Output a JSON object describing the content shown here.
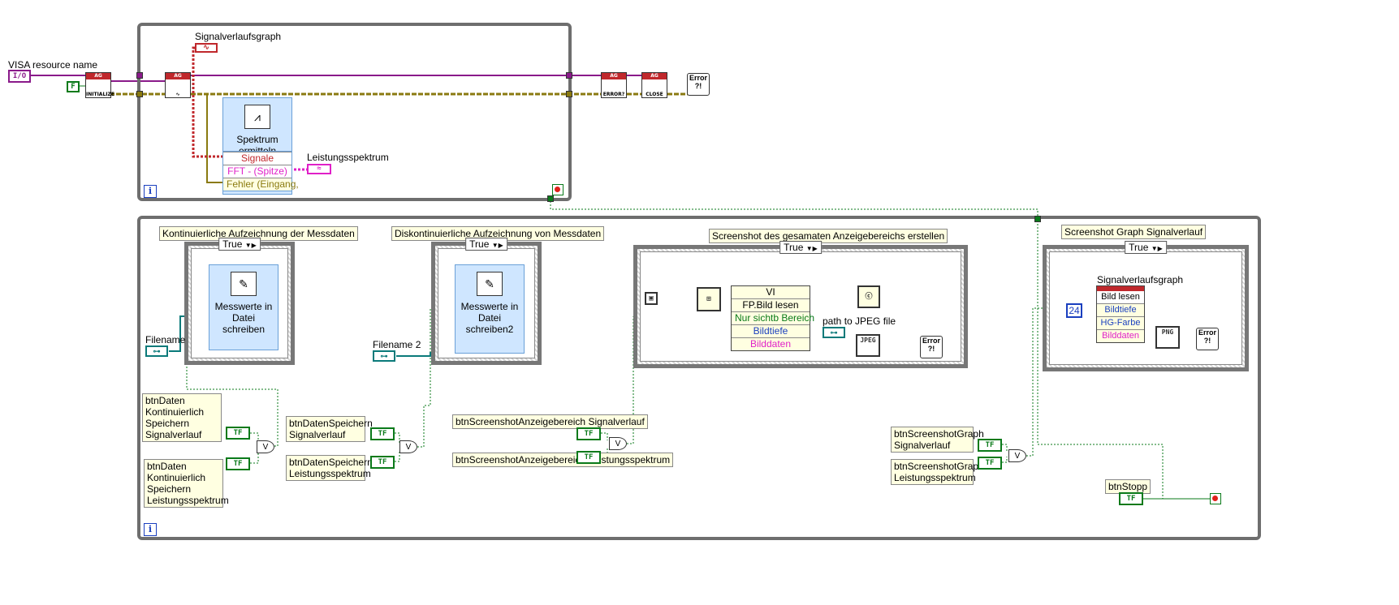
{
  "labels": {
    "visa_resource": "VISA resource name",
    "signalverlaufsgraph": "Signalverlaufsgraph",
    "leistungsspektrum": "Leistungsspektrum",
    "filename": "Filename",
    "filename2": "Filename 2",
    "path_jpeg": "path to JPEG file",
    "btnstopp": "btnStopp",
    "graph_ref": "Signalverlaufsgraph"
  },
  "terminals": {
    "visa": "I/O",
    "false_const": "F",
    "tf": "TF",
    "num24": "24"
  },
  "vis": {
    "init": "INITIALIZE",
    "error": "ERROR?",
    "close": "CLOSE",
    "error_box": "Error ?!"
  },
  "spectrum": {
    "title": "Spektrum ermitteln",
    "rows": [
      "Signale",
      "FFT - (Spitze)",
      "Fehler (Eingang,"
    ]
  },
  "comments": {
    "kont": "Kontinuierliche Aufzeichnung der Messdaten",
    "diskont": "Diskontinuierliche Aufzeichnung von Messdaten",
    "screen_all": "Screenshot des gesamaten Anzeigebereichs erstellen",
    "screen_graph": "Screenshot Graph Signalverlauf",
    "btn_kont_sig": "btnDaten Kontinuierlich Speichern Signalverlauf",
    "btn_kont_leist": "btnDaten Kontinuierlich Speichern Leistungsspektrum",
    "btn_sp_sig": "btnDatenSpeichern Signalverlauf",
    "btn_sp_leist": "btnDatenSpeichern Leistungsspektrum",
    "btn_sa_sig": "btnScreenshotAnzeigebereich Signalverlauf",
    "btn_sa_leist": "btnScreenshotAnzeigebereich Leistungsspektrum",
    "btn_sg_sig": "btnScreenshotGraph Signalverlauf",
    "btn_sg_leist": "btnScreenshotGraph Leistungsspektrum"
  },
  "cases": {
    "selector": "True"
  },
  "express": {
    "mw1": "Messwerte in Datei schreiben",
    "mw2": "Messwerte in Datei schreiben2"
  },
  "vi_node": {
    "header": "VI",
    "rows": [
      "FP.Bild lesen",
      "Nur sichtb Bereich",
      "Bildtiefe",
      "Bilddaten"
    ]
  },
  "graph_node": {
    "rows": [
      "Bild lesen",
      "Bildtiefe",
      "HG-Farbe",
      "Bilddaten"
    ]
  },
  "icons": {
    "jpeg": "JPEG",
    "png": "PNG",
    "or": "V",
    "loop_index": "i"
  },
  "colors": {
    "visa_wire": "#8a1a8a",
    "error_wire": "#8a7a10",
    "bool_wire": "#0a7a1a",
    "path_wire": "#0a7a7a",
    "pink_wire": "#e020c8",
    "red_wire": "#c0282c"
  }
}
